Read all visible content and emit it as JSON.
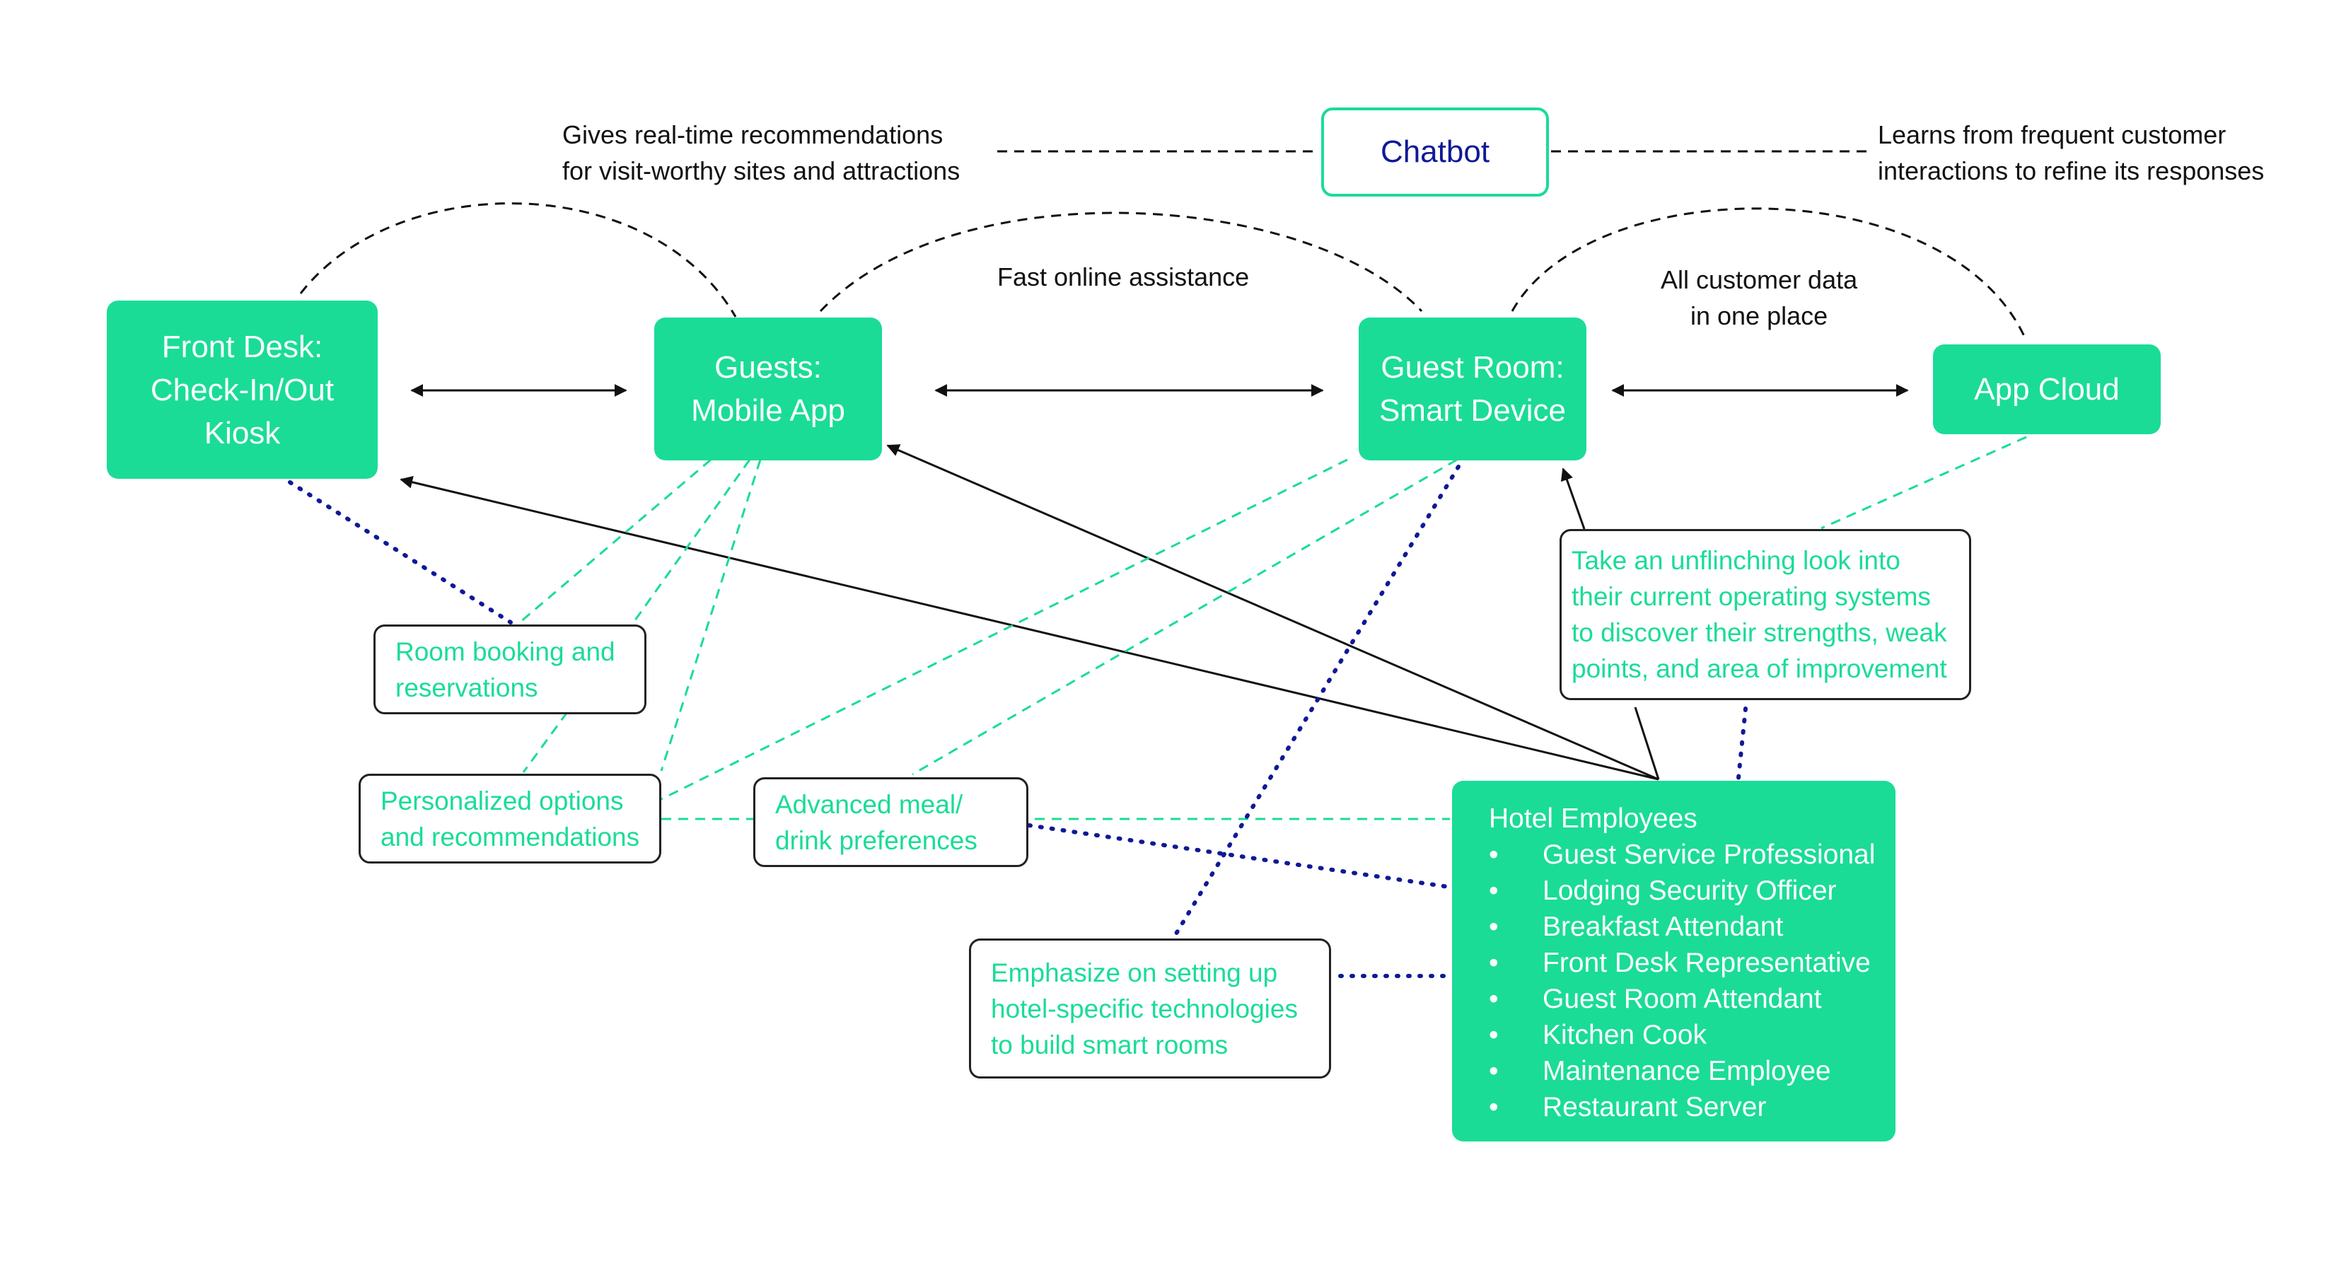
{
  "colors": {
    "primary_green": "#1adc97",
    "navy": "#0f1996",
    "text_dark": "#111111",
    "border_dark": "#222222"
  },
  "nodes": {
    "chatbot": "Chatbot",
    "front_desk": "Front Desk:\nCheck-In/Out\nKiosk",
    "guests_app": "Guests:\nMobile App",
    "guest_room": "Guest Room:\nSmart Device",
    "app_cloud": "App Cloud"
  },
  "captions": {
    "chatbot_left": "Gives real-time recommendations\nfor visit-worthy sites and attractions",
    "chatbot_right": "Learns from frequent customer\ninteractions to refine its responses",
    "fast_assistance": "Fast online assistance",
    "customer_data": "All customer data\nin one place"
  },
  "notes": {
    "room_booking": "Room booking and\nreservations",
    "personalized": "Personalized options\nand recommendations",
    "meal_prefs": "Advanced meal/\ndrink preferences",
    "smart_rooms": "Emphasize on setting up\nhotel-specific technologies\nto build smart rooms",
    "operating_systems": "Take an unflinching look into\ntheir current operating systems\nto discover their strengths, weak\npoints, and area of improvement"
  },
  "employees": {
    "title": "Hotel Employees",
    "roles": [
      "Guest Service Professional",
      "Lodging Security Officer",
      "Breakfast Attendant",
      "Front Desk Representative",
      "Guest Room Attendant",
      "Kitchen Cook",
      "Maintenance Employee",
      "Restaurant Server"
    ]
  }
}
